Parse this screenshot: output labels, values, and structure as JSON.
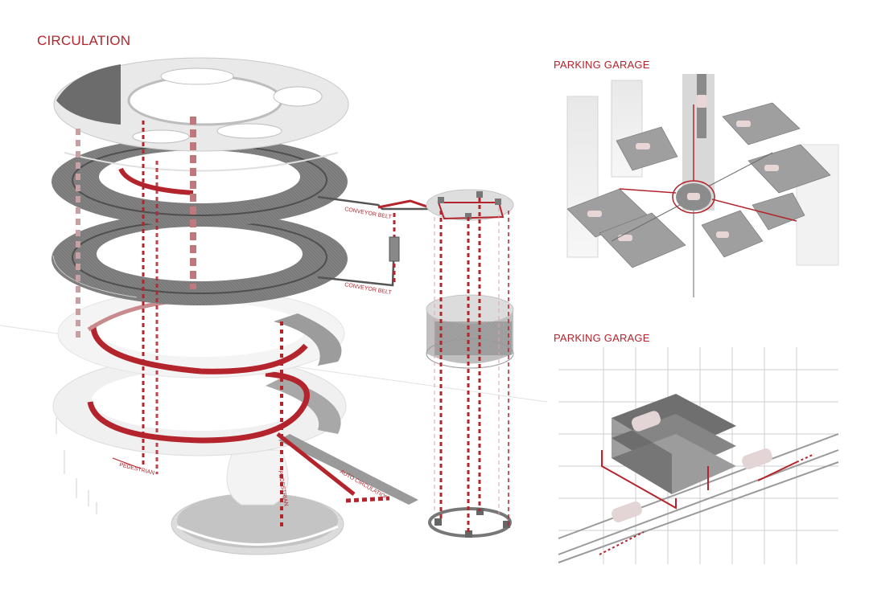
{
  "titles": {
    "main": "CIRCULATION",
    "garage_top": "PARKING GARAGE",
    "garage_bottom": "PARKING GARAGE"
  },
  "labels": {
    "conveyor_belt_1": "CONVEYOR BELT",
    "conveyor_belt_2": "CONVEYOR BELT",
    "pedestrian_1": "PEDESTRIAN",
    "pedestrian_2": "PEDESTRIAN",
    "auto_circulation": "AUTO CIRCULATION"
  },
  "colors": {
    "accent": "#b3242c",
    "dark_gray": "#6d6d6d",
    "mid_gray": "#9a9a9a",
    "light_gray": "#dcdcdc"
  }
}
